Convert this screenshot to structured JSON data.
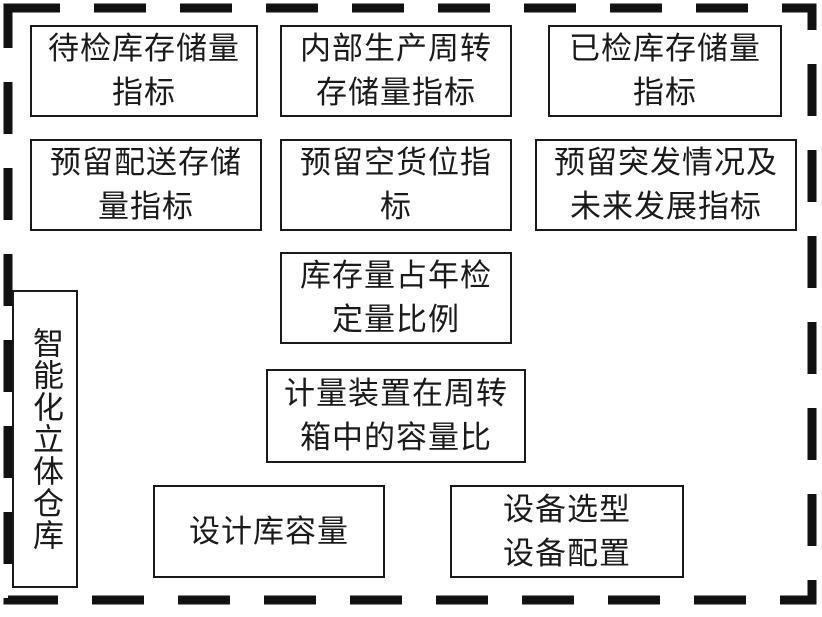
{
  "diagram": {
    "boxes": {
      "pending_inspection": "待检库存储量\n指标",
      "internal_turnover": "内部生产周转\n存储量指标",
      "inspected": "已检库存储量\n指标",
      "reserved_delivery": "预留配送存储\n量指标",
      "reserved_empty": "预留空货位指\n标",
      "reserved_emergency": "预留突发情况及\n未来发展指标",
      "inventory_ratio": "库存量占年检\n定量比例",
      "metering_ratio": "计量装置在周转\n箱中的容量比",
      "design_capacity": "设计库容量",
      "equipment": "设备选型\n设备配置"
    },
    "side_label": "智能化立体仓库"
  }
}
